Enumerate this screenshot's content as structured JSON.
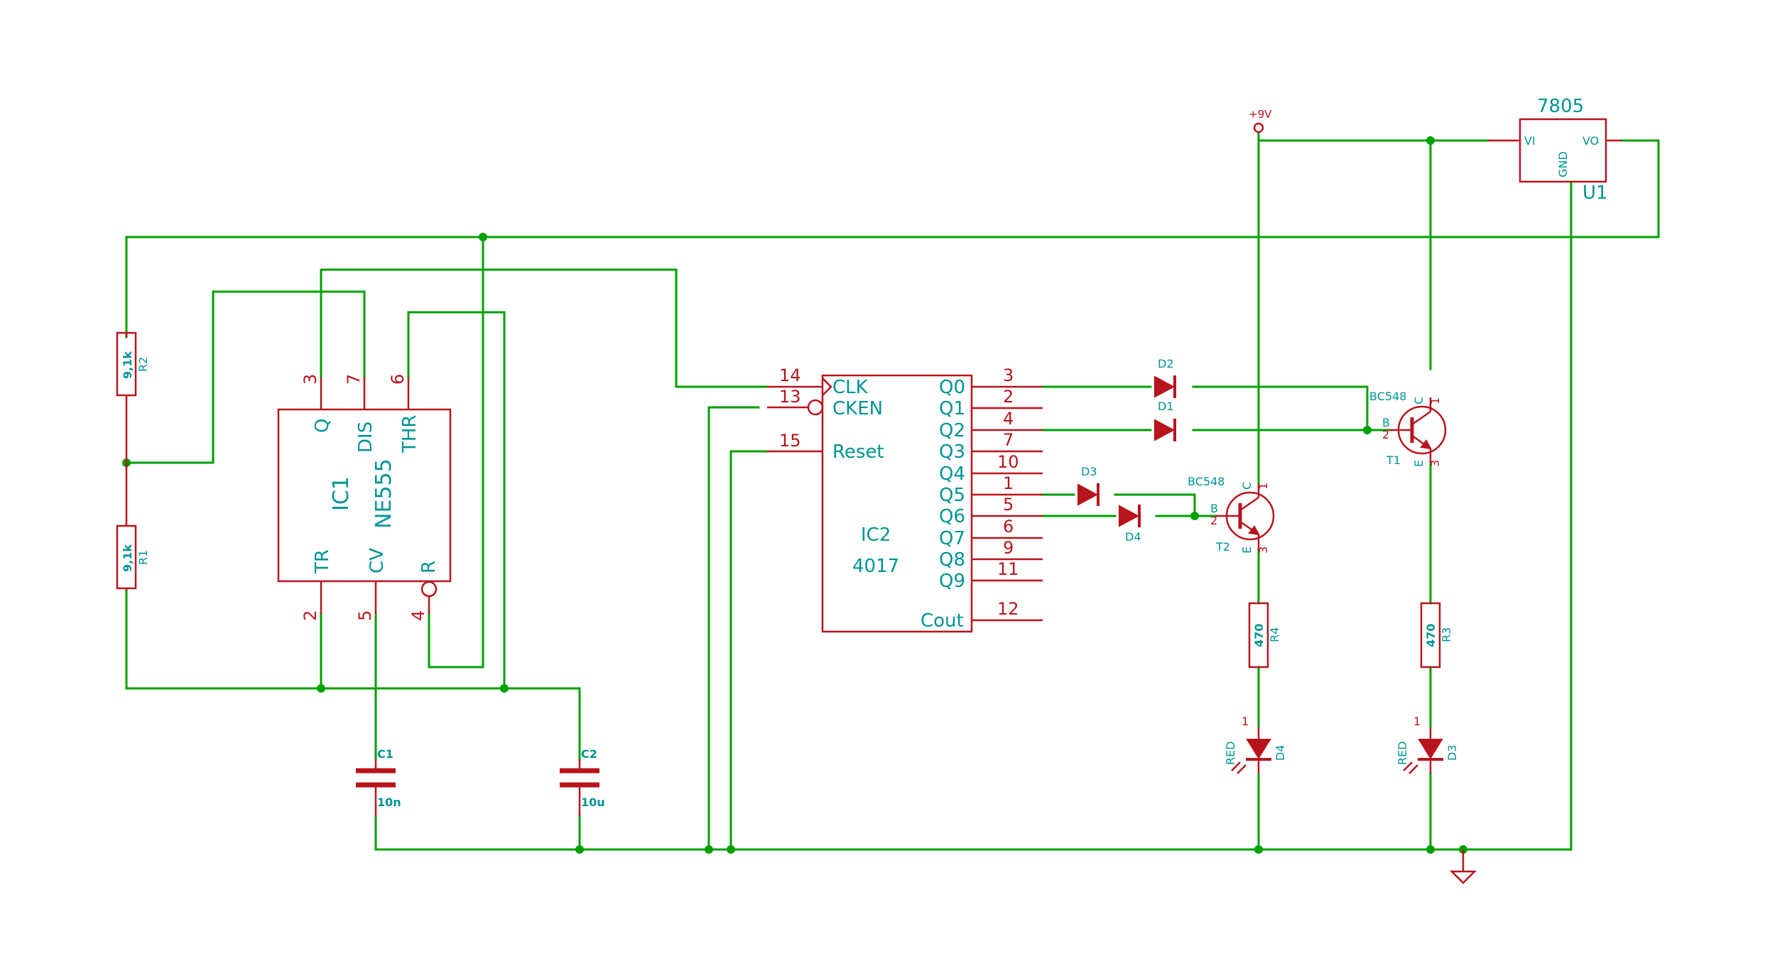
{
  "ic1": {
    "ref": "IC1",
    "value": "NE555",
    "pins": {
      "q": {
        "num": "3",
        "name": "Q"
      },
      "dis": {
        "num": "7",
        "name": "DIS"
      },
      "thr": {
        "num": "6",
        "name": "THR"
      },
      "tr": {
        "num": "2",
        "name": "TR"
      },
      "cv": {
        "num": "5",
        "name": "CV"
      },
      "r": {
        "num": "4",
        "name": "R"
      }
    }
  },
  "ic2": {
    "ref": "IC2",
    "value": "4017",
    "left_pins": [
      {
        "num": "14",
        "name": "CLK"
      },
      {
        "num": "13",
        "name": "CKEN"
      },
      {
        "num": "15",
        "name": "Reset"
      }
    ],
    "right_pins": [
      {
        "num": "3",
        "name": "Q0"
      },
      {
        "num": "2",
        "name": "Q1"
      },
      {
        "num": "4",
        "name": "Q2"
      },
      {
        "num": "7",
        "name": "Q3"
      },
      {
        "num": "10",
        "name": "Q4"
      },
      {
        "num": "1",
        "name": "Q5"
      },
      {
        "num": "5",
        "name": "Q6"
      },
      {
        "num": "6",
        "name": "Q7"
      },
      {
        "num": "9",
        "name": "Q8"
      },
      {
        "num": "11",
        "name": "Q9"
      },
      {
        "num": "12",
        "name": "Cout"
      }
    ]
  },
  "u1": {
    "ref": "U1",
    "value": "7805",
    "vi": "VI",
    "vo": "VO",
    "gnd": "GND"
  },
  "resistors": {
    "r1": {
      "ref": "R1",
      "value": "9,1k"
    },
    "r2": {
      "ref": "R2",
      "value": "9,1k"
    },
    "r3": {
      "ref": "R3",
      "value": "470"
    },
    "r4": {
      "ref": "R4",
      "value": "470"
    }
  },
  "capacitors": {
    "c1": {
      "ref": "C1",
      "value": "10n"
    },
    "c2": {
      "ref": "C2",
      "value": "10u"
    }
  },
  "diodes": {
    "d1": {
      "ref": "D1"
    },
    "d2": {
      "ref": "D2"
    },
    "d3": {
      "ref": "D3"
    },
    "d4": {
      "ref": "D4"
    }
  },
  "leds": {
    "led_d3": {
      "ref": "D3",
      "value": "RED",
      "pin": "1"
    },
    "led_d4": {
      "ref": "D4",
      "value": "RED",
      "pin": "1"
    }
  },
  "transistors": {
    "t1": {
      "ref": "T1",
      "value": "BC548",
      "b": "B",
      "c": "C",
      "e": "E",
      "pin_b": "2",
      "pin_c": "1",
      "pin_e": "3"
    },
    "t2": {
      "ref": "T2",
      "value": "BC548",
      "b": "B",
      "c": "C",
      "e": "E",
      "pin_b": "2",
      "pin_c": "1",
      "pin_e": "3"
    }
  },
  "power": {
    "vcc": "+9V"
  },
  "colors": {
    "wire": "#00a000",
    "component": "#b8141c",
    "label": "#009494"
  }
}
